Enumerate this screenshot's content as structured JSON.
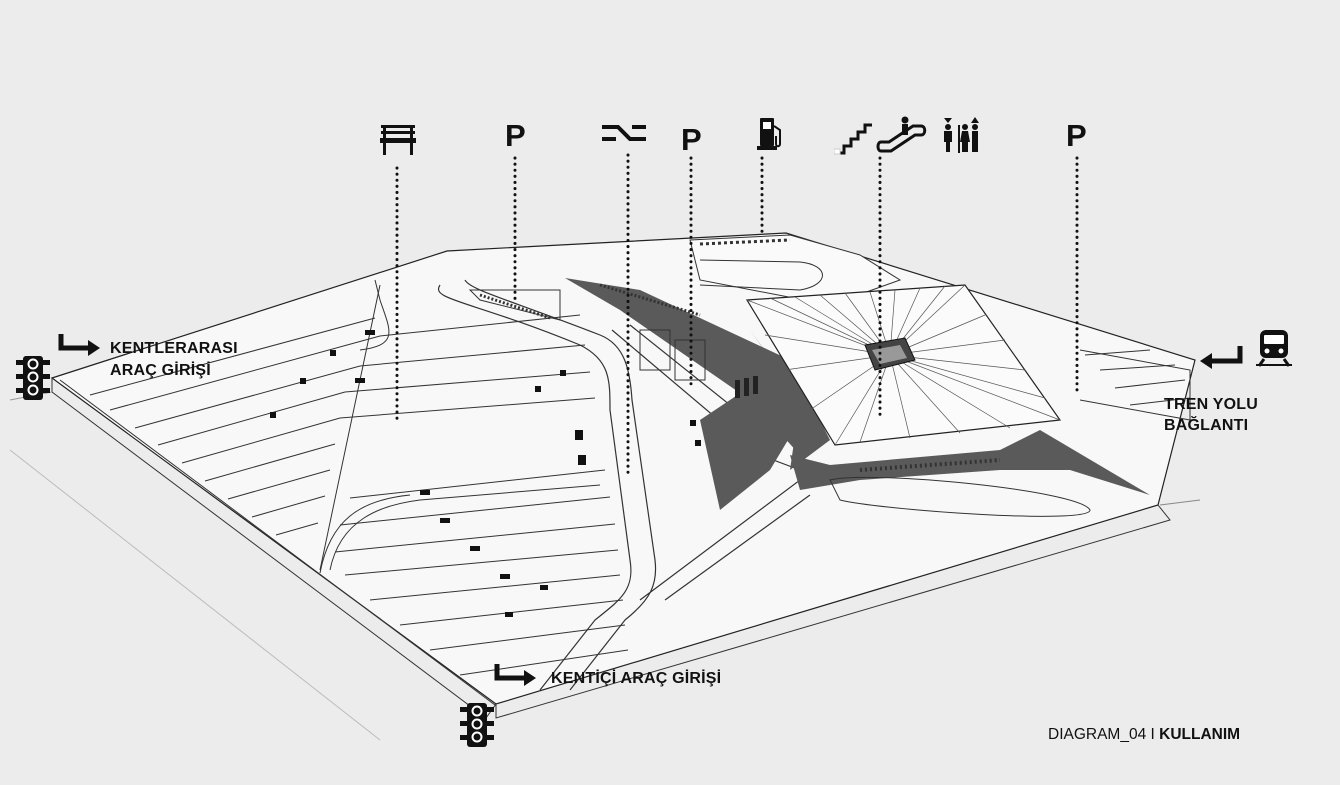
{
  "caption": {
    "prefix": "DIAGRAM_04",
    "separator": " I ",
    "title": "KULLANIM"
  },
  "entrances": {
    "intercity_line1": "KENTLERARASI",
    "intercity_line2": "ARAÇ GİRİŞİ",
    "local": "KENTİÇİ ARAÇ GİRİŞİ",
    "rail_line1": "TREN YOLU",
    "rail_line2": "BAĞLANTI"
  },
  "parking": {
    "p1": "P",
    "p2": "P",
    "p3": "P"
  },
  "icons": [
    "bench-icon",
    "parking-icon",
    "transfer-icon",
    "parking-icon",
    "fuel-pump-icon",
    "stairs-icon",
    "escalator-icon",
    "restroom-icon",
    "parking-icon",
    "train-icon",
    "traffic-light-icon",
    "turn-arrow-icon"
  ],
  "colors": {
    "background": "#ececec",
    "site": "#f7f7f7",
    "lines": "#222222",
    "shadow": "#5a5a5a"
  }
}
